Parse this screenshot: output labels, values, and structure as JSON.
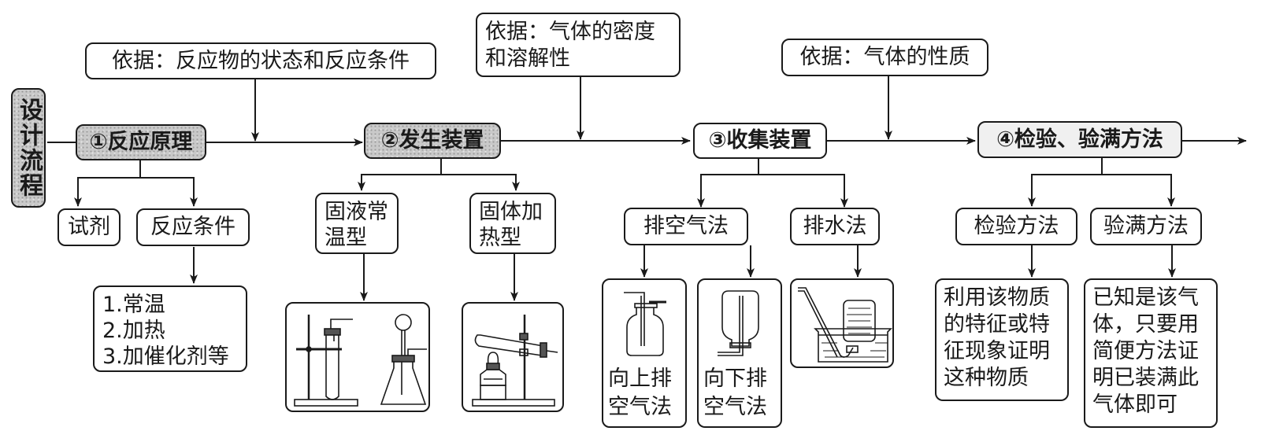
{
  "flow_title": "设计流程",
  "basis": [
    {
      "label": "依据：反应物的状态和反应条件"
    },
    {
      "lines": [
        "依据：气体的密度",
        "和溶解性"
      ]
    },
    {
      "label": "依据：气体的性质"
    }
  ],
  "steps": [
    {
      "label": "①反应原理",
      "highlight": true
    },
    {
      "label": "②发生装置",
      "highlight": true
    },
    {
      "label": "③收集装置",
      "highlight": false
    },
    {
      "label": "④检验、验满方法",
      "highlight": false
    }
  ],
  "step1": {
    "children": [
      "试剂",
      "反应条件"
    ],
    "conditions": [
      "1.常温",
      "2.加热",
      "3.加催化剂等"
    ]
  },
  "step2": {
    "children": [
      {
        "lines": [
          "固液常",
          "温型"
        ],
        "apparatus": "solid-liquid-room-temp-apparatus"
      },
      {
        "lines": [
          "固体加",
          "热型"
        ],
        "apparatus": "solid-heating-apparatus"
      }
    ]
  },
  "step3": {
    "children": [
      "排空气法",
      "排水法"
    ],
    "air_methods": [
      {
        "lines": [
          "向上排",
          "空气法"
        ],
        "apparatus": "upward-air-displacement-bottle"
      },
      {
        "lines": [
          "向下排",
          "空气法"
        ],
        "apparatus": "downward-air-displacement-bottle"
      }
    ],
    "water_method_apparatus": "water-displacement-trough"
  },
  "step4": {
    "children": [
      "检验方法",
      "验满方法"
    ],
    "test_desc": [
      "利用该物质",
      "的特征或特",
      "征现象证明",
      "这种物质"
    ],
    "full_desc": [
      "已知是该气",
      "体，只要用",
      "简便方法证",
      "明已装满此",
      "气体即可"
    ]
  }
}
